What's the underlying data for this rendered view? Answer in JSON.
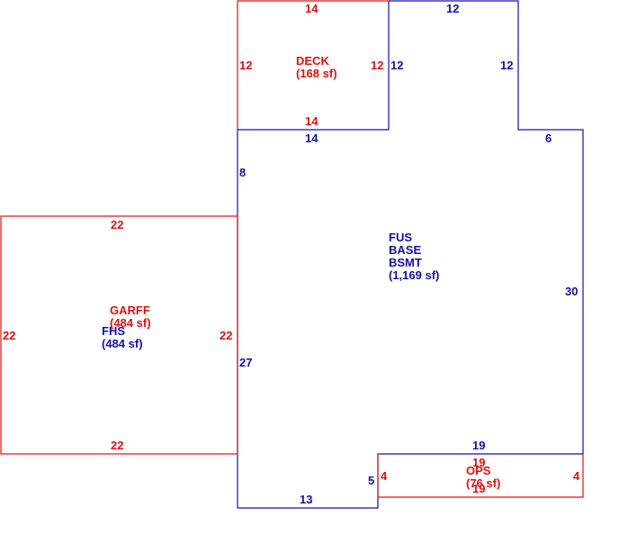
{
  "colors": {
    "red": "#e01010",
    "blue": "#1010b0"
  },
  "deck": {
    "name": "DECK",
    "area": "(168 sf)",
    "top": "14",
    "bottom": "14",
    "left": "12",
    "right": "12"
  },
  "upper": {
    "top": "12",
    "left": "12",
    "right": "12",
    "step": "6"
  },
  "main": {
    "line1": "FUS",
    "line2": "BASE",
    "line3": "BSMT",
    "area": "(1,169 sf)",
    "top": "14",
    "left_upper": "8",
    "left_lower": "27",
    "right": "30",
    "bottom_right": "19",
    "bottom_left": "13",
    "notch": "5"
  },
  "garage": {
    "name": "GARFF",
    "area": "(484 sf)",
    "top": "22",
    "bottom": "22",
    "left": "22",
    "right": "22"
  },
  "fhs": {
    "name": "FHS",
    "area": "(484 sf)"
  },
  "ops": {
    "name": "OPS",
    "area": "(76 sf)",
    "top": "19",
    "bottom": "19",
    "left": "4",
    "right": "4"
  }
}
